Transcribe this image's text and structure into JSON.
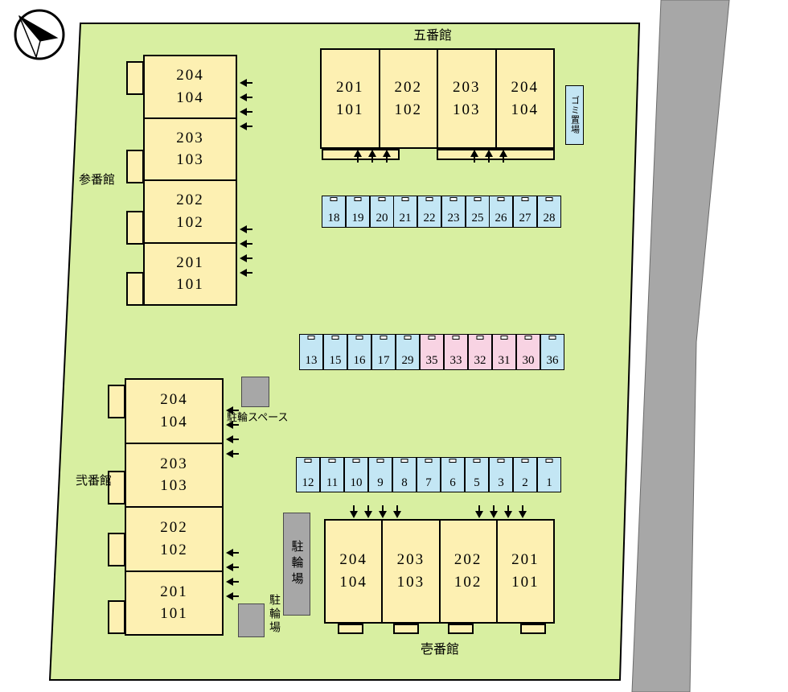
{
  "colors": {
    "site_green": "#d8efa1",
    "road_gray": "#a7a7a7",
    "unit_yellow": "#fdf0b2",
    "parking_blue": "#c3e6f4",
    "parking_pink": "#f8d3e3",
    "gray_block": "#a7a7a7",
    "garbage_blue": "#c3e6f4"
  },
  "buildings": {
    "bldg5": {
      "label": "五番館",
      "units": [
        {
          "upper": "201",
          "lower": "101"
        },
        {
          "upper": "202",
          "lower": "102"
        },
        {
          "upper": "203",
          "lower": "103"
        },
        {
          "upper": "204",
          "lower": "104"
        }
      ]
    },
    "bldg3": {
      "label": "参番館",
      "units": [
        {
          "upper": "204",
          "lower": "104"
        },
        {
          "upper": "203",
          "lower": "103"
        },
        {
          "upper": "202",
          "lower": "102"
        },
        {
          "upper": "201",
          "lower": "101"
        }
      ]
    },
    "bldg2": {
      "label": "弐番館",
      "units": [
        {
          "upper": "204",
          "lower": "104"
        },
        {
          "upper": "203",
          "lower": "103"
        },
        {
          "upper": "202",
          "lower": "102"
        },
        {
          "upper": "201",
          "lower": "101"
        }
      ]
    },
    "bldg1": {
      "label": "壱番館",
      "units": [
        {
          "upper": "204",
          "lower": "104"
        },
        {
          "upper": "203",
          "lower": "103"
        },
        {
          "upper": "202",
          "lower": "102"
        },
        {
          "upper": "201",
          "lower": "101"
        }
      ]
    }
  },
  "facilities": {
    "garbage": {
      "label": "ゴミ置場"
    },
    "bike_space": {
      "label": "駐輪スペース"
    },
    "bike_lot_mid": {
      "label": "駐輪場"
    },
    "bike_lot_south": {
      "label": "駐輪場"
    }
  },
  "parking": {
    "rows": [
      {
        "name": "north-row",
        "spaces": [
          {
            "num": "18",
            "color": "blue"
          },
          {
            "num": "19",
            "color": "blue"
          },
          {
            "num": "20",
            "color": "blue"
          },
          {
            "num": "21",
            "color": "blue"
          },
          {
            "num": "22",
            "color": "blue"
          },
          {
            "num": "23",
            "color": "blue"
          },
          {
            "num": "25",
            "color": "blue"
          },
          {
            "num": "26",
            "color": "blue"
          },
          {
            "num": "27",
            "color": "blue"
          },
          {
            "num": "28",
            "color": "blue"
          }
        ]
      },
      {
        "name": "middle-row",
        "spaces": [
          {
            "num": "13",
            "color": "blue"
          },
          {
            "num": "15",
            "color": "blue"
          },
          {
            "num": "16",
            "color": "blue"
          },
          {
            "num": "17",
            "color": "blue"
          },
          {
            "num": "29",
            "color": "blue"
          },
          {
            "num": "35",
            "color": "pink"
          },
          {
            "num": "33",
            "color": "pink"
          },
          {
            "num": "32",
            "color": "pink"
          },
          {
            "num": "31",
            "color": "pink"
          },
          {
            "num": "30",
            "color": "pink"
          },
          {
            "num": "36",
            "color": "blue"
          }
        ]
      },
      {
        "name": "south-row",
        "spaces": [
          {
            "num": "12",
            "color": "blue"
          },
          {
            "num": "11",
            "color": "blue"
          },
          {
            "num": "10",
            "color": "blue"
          },
          {
            "num": "9",
            "color": "blue"
          },
          {
            "num": "8",
            "color": "blue"
          },
          {
            "num": "7",
            "color": "blue"
          },
          {
            "num": "6",
            "color": "blue"
          },
          {
            "num": "5",
            "color": "blue"
          },
          {
            "num": "3",
            "color": "blue"
          },
          {
            "num": "2",
            "color": "blue"
          },
          {
            "num": "1",
            "color": "blue"
          }
        ]
      }
    ]
  }
}
